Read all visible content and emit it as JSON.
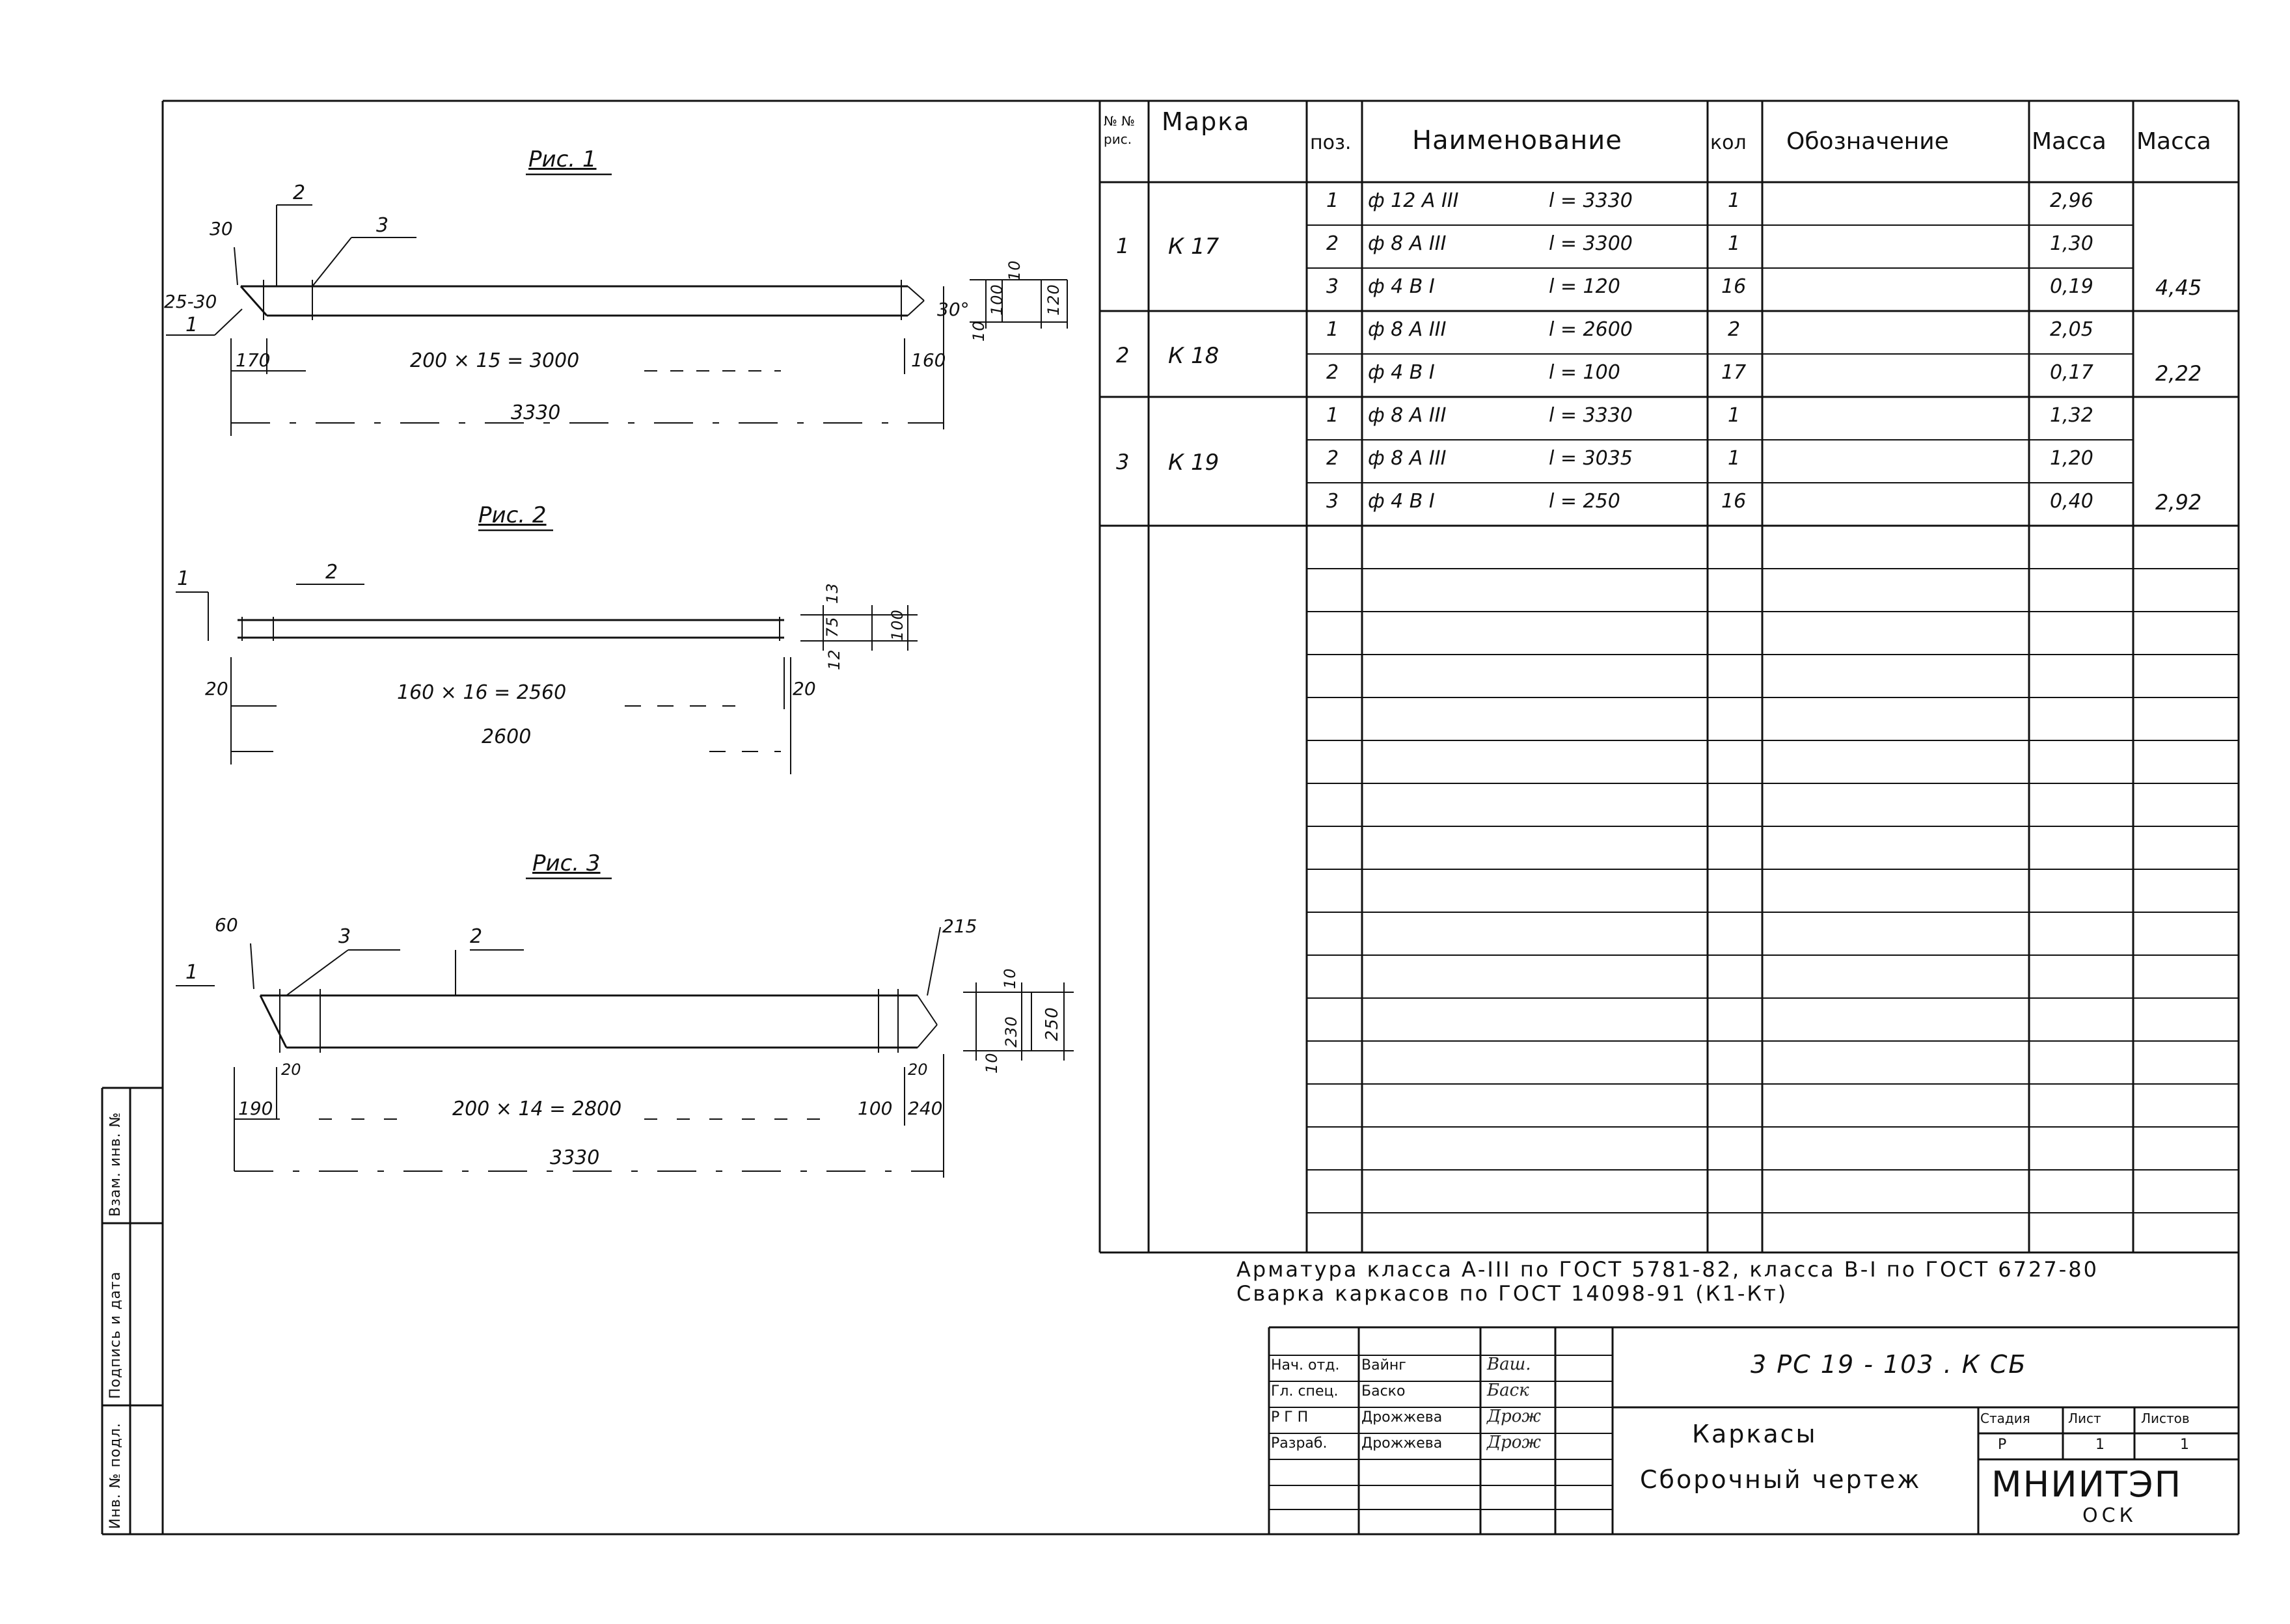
{
  "figures": {
    "fig1": {
      "title": "Рис. 1",
      "callouts": [
        "1",
        "2",
        "3"
      ],
      "dims": {
        "top_left": "30",
        "left_angle": "25-30",
        "right_angle": "30°",
        "left_end": "170",
        "right_end": "160",
        "pitch": "200 × 15 = 3000",
        "total": "3330",
        "h_inner": "100",
        "h_small": "10",
        "h_total": "120",
        "h_bottom": "10"
      }
    },
    "fig2": {
      "title": "Рис. 2",
      "callouts": [
        "1",
        "2"
      ],
      "dims": {
        "left_end": "20",
        "right_end": "20",
        "pitch": "160 × 16 = 2560",
        "total": "2600",
        "h_top": "13",
        "h_inner": "75",
        "h_bottom": "12",
        "h_total": "100"
      }
    },
    "fig3": {
      "title": "Рис. 3",
      "callouts": [
        "1",
        "2",
        "3"
      ],
      "dims": {
        "top_left": "60",
        "top_right": "215",
        "gap_left": "20",
        "gap_right": "20",
        "left_end": "190",
        "right_end": "240",
        "inner_right": "100",
        "pitch": "200 × 14 = 2800",
        "total": "3330",
        "h_inner": "230",
        "h_small": "10",
        "h_bottom": "10",
        "h_total": "250"
      }
    }
  },
  "spec_table": {
    "headers": {
      "fig_no": "№ № рис.",
      "mark": "Марка",
      "pos": "поз.",
      "name": "Наименование",
      "qty": "кол",
      "designation": "Обозначение",
      "mass_item": "Масса",
      "mass_total": "Масса"
    },
    "groups": [
      {
        "fig": "1",
        "mark": "К 17",
        "total_mass": "4,45",
        "rows": [
          {
            "pos": "1",
            "bar": "ф 12 А III",
            "len": "l = 3330",
            "qty": "1",
            "mass": "2,96"
          },
          {
            "pos": "2",
            "bar": "ф 8 А III",
            "len": "l = 3300",
            "qty": "1",
            "mass": "1,30"
          },
          {
            "pos": "3",
            "bar": "ф 4 В I",
            "len": "l = 120",
            "qty": "16",
            "mass": "0,19"
          }
        ]
      },
      {
        "fig": "2",
        "mark": "К 18",
        "total_mass": "2,22",
        "rows": [
          {
            "pos": "1",
            "bar": "ф 8 А III",
            "len": "l = 2600",
            "qty": "2",
            "mass": "2,05"
          },
          {
            "pos": "2",
            "bar": "ф 4 В I",
            "len": "l = 100",
            "qty": "17",
            "mass": "0,17"
          }
        ]
      },
      {
        "fig": "3",
        "mark": "К 19",
        "total_mass": "2,92",
        "rows": [
          {
            "pos": "1",
            "bar": "ф 8 А III",
            "len": "l = 3330",
            "qty": "1",
            "mass": "1,32"
          },
          {
            "pos": "2",
            "bar": "ф 8 А III",
            "len": "l = 3035",
            "qty": "1",
            "mass": "1,20"
          },
          {
            "pos": "3",
            "bar": "ф 4 В I",
            "len": "l = 250",
            "qty": "16",
            "mass": "0,40"
          }
        ]
      }
    ]
  },
  "notes": {
    "line1": "Арматура класса А-III по ГОСТ 5781-82, класса В-I по ГОСТ 6727-80",
    "line2": "Сварка каркасов по ГОСТ 14098-91 (К1-Кт)"
  },
  "title_block": {
    "doc_code": "3 РС 19 - 103 . К СБ",
    "title1": "Каркасы",
    "title2": "Сборочный чертеж",
    "org1": "МНИИТЭП",
    "org2": "ОСК",
    "stage_header": "Стадия",
    "sheet_header": "Лист",
    "sheets_header": "Листов",
    "stage": "Р",
    "sheet": "1",
    "sheets": "1",
    "roles": [
      {
        "role": "Нач. отд.",
        "name": "Вайнг"
      },
      {
        "role": "Гл. спец.",
        "name": "Баско"
      },
      {
        "role": "Р Г П",
        "name": "Дрожжева"
      },
      {
        "role": "Разраб.",
        "name": "Дрожжева"
      }
    ]
  },
  "side_stamp": {
    "inv_replace": "Взам. инв. №",
    "sign_date": "Подпись и дата",
    "inv_orig": "Инв. № подл."
  }
}
